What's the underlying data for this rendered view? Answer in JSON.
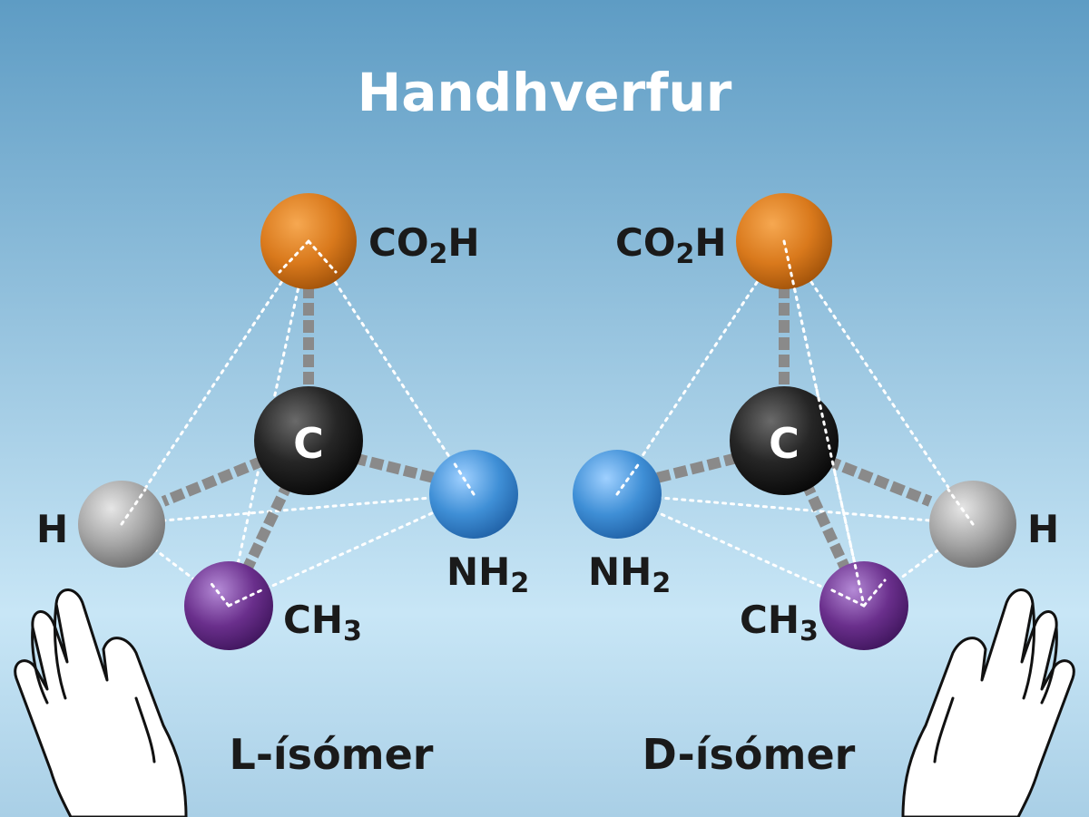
{
  "title": "Handhverfur",
  "center_atom": "C",
  "left": {
    "isomer_label": "L-ísómer",
    "top_group": {
      "base": "CO",
      "sub": "2",
      "tail": "H"
    },
    "right_group": {
      "base": "NH",
      "sub": "2",
      "tail": ""
    },
    "left_group": {
      "base": "H",
      "sub": "",
      "tail": ""
    },
    "bottom_group": {
      "base": "CH",
      "sub": "3",
      "tail": ""
    }
  },
  "right": {
    "isomer_label": "D-ísómer",
    "top_group": {
      "base": "CO",
      "sub": "2",
      "tail": "H"
    },
    "left_group": {
      "base": "NH",
      "sub": "2",
      "tail": ""
    },
    "right_group": {
      "base": "H",
      "sub": "",
      "tail": ""
    },
    "bottom_group": {
      "base": "CH",
      "sub": "3",
      "tail": ""
    }
  },
  "colors": {
    "carbon": "#1c1c1c",
    "carboxyl": "#d9791c",
    "amine": "#3f8fd6",
    "hydrogen": "#9a9a9a",
    "methyl": "#6a2f8c",
    "bond": "#8a8a8a",
    "background_top": "#5e9cc4",
    "background_bottom": "#c8e6f6"
  }
}
